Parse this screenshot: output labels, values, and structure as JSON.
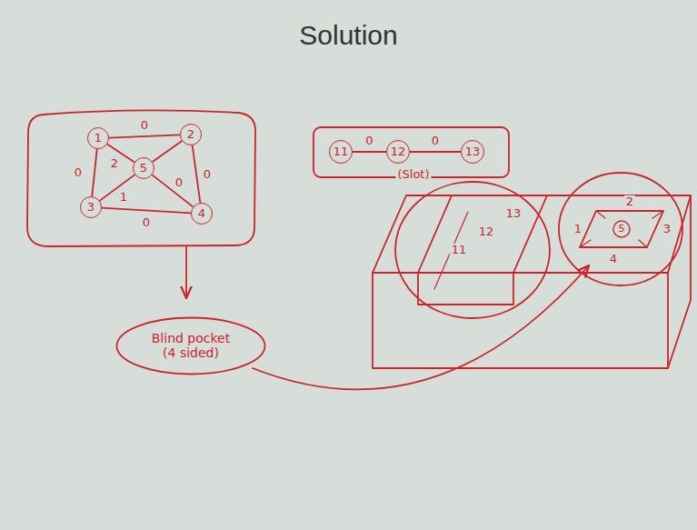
{
  "diagram": {
    "title": "Solution",
    "nodes": [
      {
        "text": [
          "1"
        ]
      },
      {
        "text": [
          "2"
        ]
      },
      {
        "text": [
          "5"
        ]
      },
      {
        "text": [
          "3"
        ]
      },
      {
        "text": [
          "4"
        ]
      },
      {
        "text": [
          "11"
        ]
      },
      {
        "text": [
          "12"
        ]
      },
      {
        "text": [
          "13"
        ]
      },
      {
        "text": [
          "Blind pocket (4 sided)"
        ]
      }
    ],
    "edges": [
      {
        "from": 0,
        "to": 1,
        "arrow": "none",
        "label": "0"
      },
      {
        "from": 0,
        "to": 3,
        "arrow": "none",
        "label": "0"
      },
      {
        "from": 0,
        "to": 2,
        "arrow": "none",
        "label": "2"
      },
      {
        "from": 2,
        "to": 1,
        "arrow": "none"
      },
      {
        "from": 3,
        "to": 2,
        "arrow": "none",
        "label": "1"
      },
      {
        "from": 2,
        "to": 4,
        "arrow": "none",
        "label": "0"
      },
      {
        "from": 1,
        "to": 4,
        "arrow": "none",
        "label": "0"
      },
      {
        "from": 3,
        "to": 4,
        "arrow": "none",
        "label": "0"
      },
      {
        "from": 5,
        "to": 6,
        "arrow": "none",
        "label": "0"
      },
      {
        "from": 6,
        "to": 7,
        "arrow": "none",
        "label": "0"
      }
    ],
    "labels": [
      "(Slot)",
      "11",
      "12",
      "13",
      "1",
      "5",
      "2",
      "4",
      "3"
    ]
  }
}
